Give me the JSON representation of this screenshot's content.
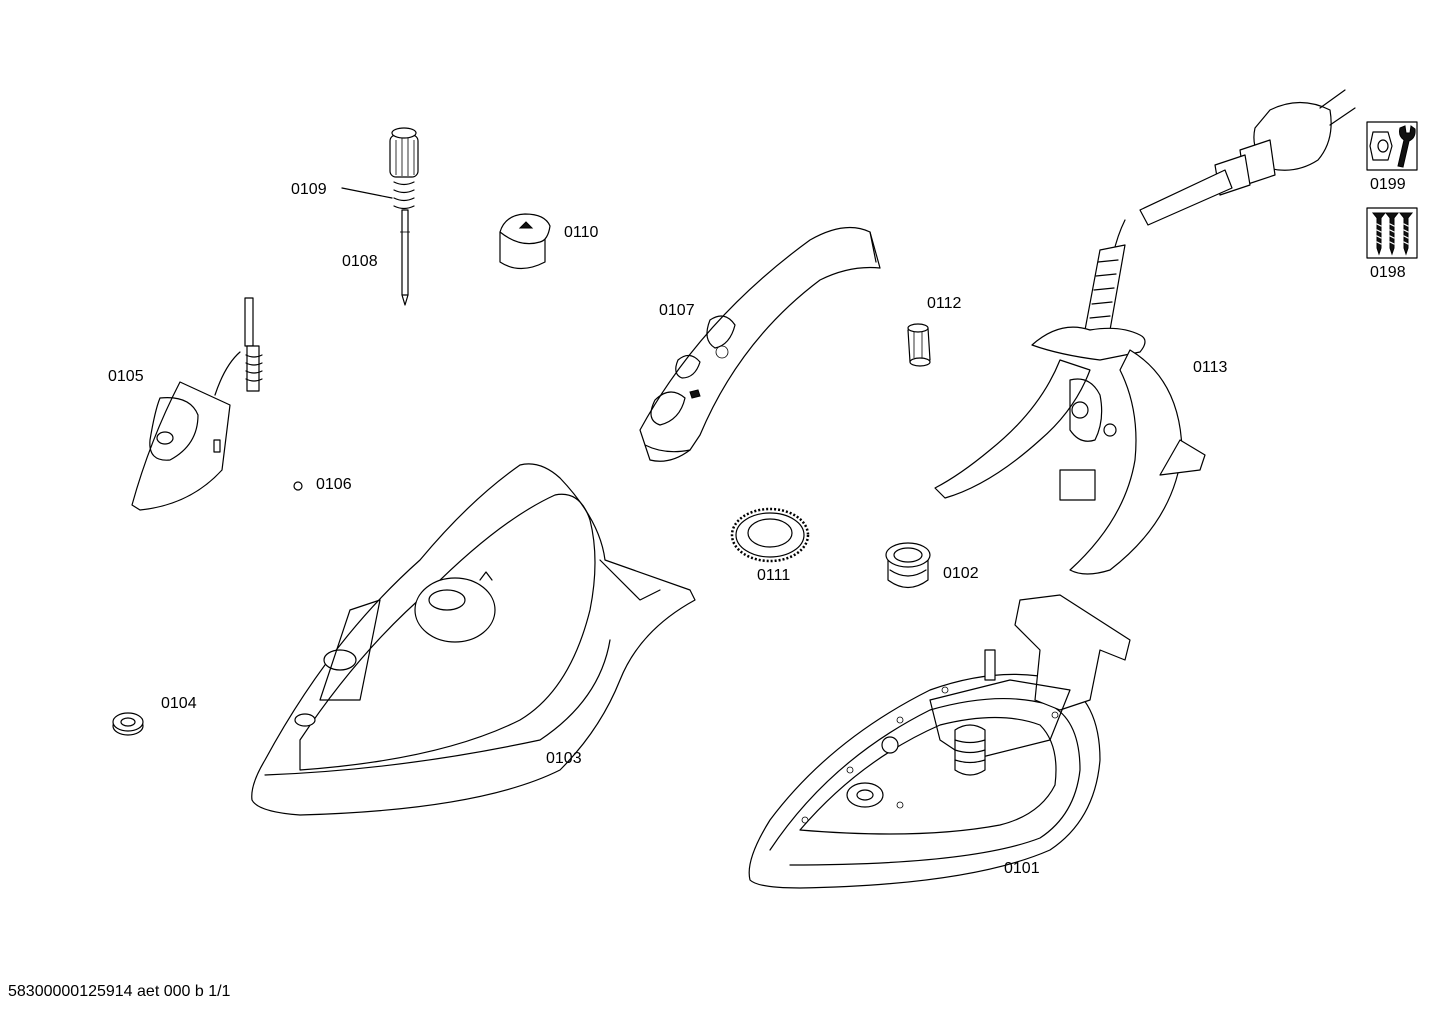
{
  "parts": [
    {
      "id": "0101",
      "label": "0101"
    },
    {
      "id": "0102",
      "label": "0102"
    },
    {
      "id": "0103",
      "label": "0103"
    },
    {
      "id": "0104",
      "label": "0104"
    },
    {
      "id": "0105",
      "label": "0105"
    },
    {
      "id": "0106",
      "label": "0106"
    },
    {
      "id": "0107",
      "label": "0107"
    },
    {
      "id": "0108",
      "label": "0108"
    },
    {
      "id": "0109",
      "label": "0109"
    },
    {
      "id": "0110",
      "label": "0110"
    },
    {
      "id": "0111",
      "label": "0111"
    },
    {
      "id": "0112",
      "label": "0112"
    },
    {
      "id": "0113",
      "label": "0113"
    },
    {
      "id": "0198",
      "label": "0198"
    },
    {
      "id": "0199",
      "label": "0199"
    }
  ],
  "icons": {
    "service_tools": "wrench-nut-icon",
    "screws": "screws-icon"
  },
  "footer": {
    "document_code": "58300000125914 aet 000 b 1/1"
  }
}
